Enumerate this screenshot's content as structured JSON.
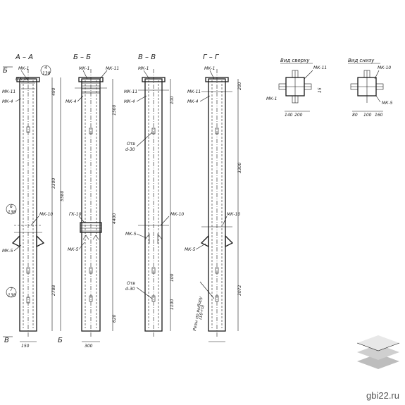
{
  "sections": {
    "a": {
      "title": "А – А",
      "mark_top": "Б",
      "mark_bottom": "В"
    },
    "b": {
      "title": "Б – Б",
      "mark_bottom": "Б"
    },
    "v": {
      "title": "В – В"
    },
    "g": {
      "title": "Г – Г"
    }
  },
  "views": {
    "top": "Вид сверху",
    "bottom": "Вид снизу"
  },
  "tags": {
    "mk1": "МК-1",
    "mk11": "МК-11",
    "mk4": "МК-4",
    "mk10": "МК-10",
    "mk5": "МК-5",
    "gk10": "ГК-10",
    "otv": "Отв",
    "otv_d": "d-30",
    "node4": "4",
    "node4_sub": "138",
    "node6": "6",
    "node6_sub": "138",
    "node7": "7",
    "node7_sub": "138",
    "rezy": "Резы по выбору",
    "rezy_sub": "(10-го)"
  },
  "dims": {
    "d490": "490",
    "d5580": "5580",
    "d3300": "3300",
    "d2788": "2788",
    "d1500": "1500",
    "d4400": "4400",
    "d620": "620",
    "d100": "100",
    "d1100": "1100",
    "d200": "200",
    "d3072": "3072",
    "d3300b": "3300",
    "d150": "150",
    "d300": "300",
    "d160": "160",
    "vt_a": "140",
    "vt_b": "200",
    "vt_c": "15",
    "vb_a": "80",
    "vb_b": "100",
    "vb_c": "160"
  },
  "watermark": "gbi22.ru",
  "logo": {
    "top": "#e8e8e8",
    "mid": "#cfcfcf",
    "low": "#bdbdbd",
    "edge": "#9a9a9a"
  }
}
